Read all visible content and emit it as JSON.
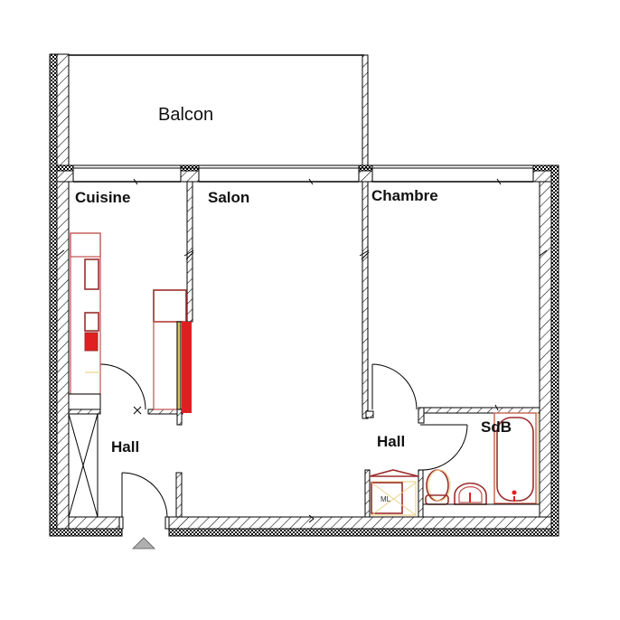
{
  "plan": {
    "rooms": [
      {
        "id": "balcon",
        "label": "Balcon"
      },
      {
        "id": "cuisine",
        "label": "Cuisine"
      },
      {
        "id": "salon",
        "label": "Salon"
      },
      {
        "id": "chambre",
        "label": "Chambre"
      },
      {
        "id": "hall-left",
        "label": "Hall"
      },
      {
        "id": "hall-right",
        "label": "Hall"
      },
      {
        "id": "sdb",
        "label": "SdB"
      }
    ],
    "fixtures": {
      "washing_machine_label": "ML"
    },
    "entrance_marker": "entrance-arrow"
  },
  "colors": {
    "wall": "#000000",
    "furniture": "#c0504d",
    "accent_red": "#e02020",
    "highlight": "#f4d38a",
    "entrance": "#b0b0b0"
  }
}
